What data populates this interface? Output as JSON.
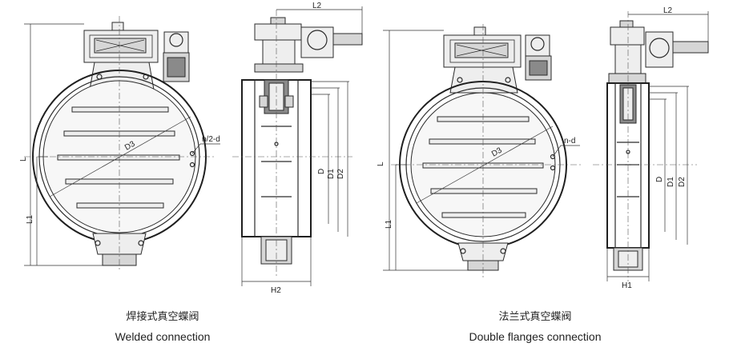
{
  "welded": {
    "labels": {
      "L": "L",
      "L1": "L1",
      "D3": "D3",
      "bolt": "n/2-d"
    },
    "side_labels": {
      "L2": "L2",
      "H2": "H2",
      "D": "D",
      "D1": "D1",
      "D2": "D2"
    },
    "caption_cn": "焊接式真空蝶阀",
    "caption_en": "Welded connection"
  },
  "flanged": {
    "labels": {
      "L": "L",
      "L1": "L1",
      "D3": "D3",
      "bolt": "n-d"
    },
    "side_labels": {
      "L2": "L2",
      "H1": "H1",
      "D": "D",
      "D1": "D1",
      "D2": "D2"
    },
    "caption_cn": "法兰式真空蝶阀",
    "caption_en": "Double flanges connection"
  }
}
